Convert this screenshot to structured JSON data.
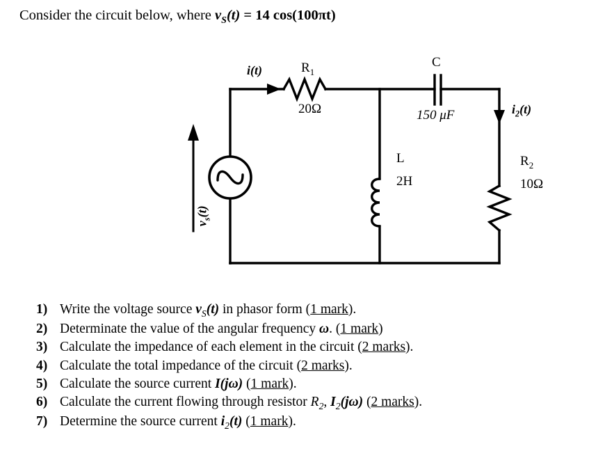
{
  "prompt": {
    "lead": "Consider the circuit below, where",
    "var_symbol": "v",
    "var_sub": "S",
    "var_arg": "(t)",
    "equals": "=",
    "expression": "14 cos(100πt)"
  },
  "circuit": {
    "title": "ac-series-parallel-rlc-circuit",
    "source": {
      "name": "ac-voltage-source",
      "label_symbol": "v",
      "label_sub": "s",
      "label_arg": "(t)",
      "glyph": "sine-wave"
    },
    "current_in": {
      "label_symbol": "i",
      "label_arg": "(t)"
    },
    "current_branch": {
      "label_symbol": "i",
      "label_sub": "2",
      "label_arg": "(t)"
    },
    "components": [
      {
        "id": "R1",
        "kind": "resistor",
        "name_symbol": "R",
        "name_sub": "1",
        "value": "20Ω"
      },
      {
        "id": "L",
        "kind": "inductor",
        "name_symbol": "L",
        "name_sub": "",
        "value": "2H"
      },
      {
        "id": "C",
        "kind": "capacitor",
        "name_symbol": "C",
        "name_sub": "",
        "value": "150 μF"
      },
      {
        "id": "R2",
        "kind": "resistor",
        "name_symbol": "R",
        "name_sub": "2",
        "value": "10Ω"
      }
    ]
  },
  "questions": [
    {
      "num": "1)",
      "parts": [
        {
          "t": "Write the voltage source ",
          "s": "plain"
        },
        {
          "t": "v",
          "s": "sym"
        },
        {
          "t": "S",
          "s": "sub"
        },
        {
          "t": "(t)",
          "s": "sym"
        },
        {
          "t": " in phasor form (",
          "s": "plain"
        },
        {
          "t": "1 mark",
          "s": "mark"
        },
        {
          "t": ").",
          "s": "plain"
        }
      ]
    },
    {
      "num": "2)",
      "parts": [
        {
          "t": "Determinate the value of the angular frequency ",
          "s": "plain"
        },
        {
          "t": "ω",
          "s": "sym"
        },
        {
          "t": ". (",
          "s": "plain"
        },
        {
          "t": "1 mark",
          "s": "mark"
        },
        {
          "t": ")",
          "s": "plain"
        }
      ]
    },
    {
      "num": "3)",
      "parts": [
        {
          "t": "Calculate the impedance of each element in the circuit (",
          "s": "plain"
        },
        {
          "t": "2 marks",
          "s": "mark"
        },
        {
          "t": ").",
          "s": "plain"
        }
      ]
    },
    {
      "num": "4)",
      "parts": [
        {
          "t": "Calculate the total impedance of the circuit (",
          "s": "plain"
        },
        {
          "t": "2 marks",
          "s": "mark"
        },
        {
          "t": ").",
          "s": "plain"
        }
      ]
    },
    {
      "num": "5)",
      "parts": [
        {
          "t": "Calculate the source current  ",
          "s": "plain"
        },
        {
          "t": "I(jω)",
          "s": "sym"
        },
        {
          "t": " (",
          "s": "plain"
        },
        {
          "t": "1 mark",
          "s": "mark"
        },
        {
          "t": ").",
          "s": "plain"
        }
      ]
    },
    {
      "num": "6)",
      "parts": [
        {
          "t": "Calculate the current flowing through resistor ",
          "s": "plain"
        },
        {
          "t": "R",
          "s": "ritem"
        },
        {
          "t": "2",
          "s": "subr"
        },
        {
          "t": ", ",
          "s": "plain"
        },
        {
          "t": "I",
          "s": "sym"
        },
        {
          "t": "2",
          "s": "sub"
        },
        {
          "t": "(jω)",
          "s": "sym"
        },
        {
          "t": " (",
          "s": "plain"
        },
        {
          "t": "2 marks",
          "s": "mark"
        },
        {
          "t": ").",
          "s": "plain"
        }
      ]
    },
    {
      "num": "7)",
      "parts": [
        {
          "t": "Determine the source current  ",
          "s": "plain"
        },
        {
          "t": "i",
          "s": "sym"
        },
        {
          "t": "2",
          "s": "sub"
        },
        {
          "t": "(t)",
          "s": "sym"
        },
        {
          "t": " (",
          "s": "plain"
        },
        {
          "t": "1 mark",
          "s": "mark"
        },
        {
          "t": ").",
          "s": "plain"
        }
      ]
    }
  ],
  "colors": {
    "ink": "#000000",
    "paper": "#ffffff"
  }
}
